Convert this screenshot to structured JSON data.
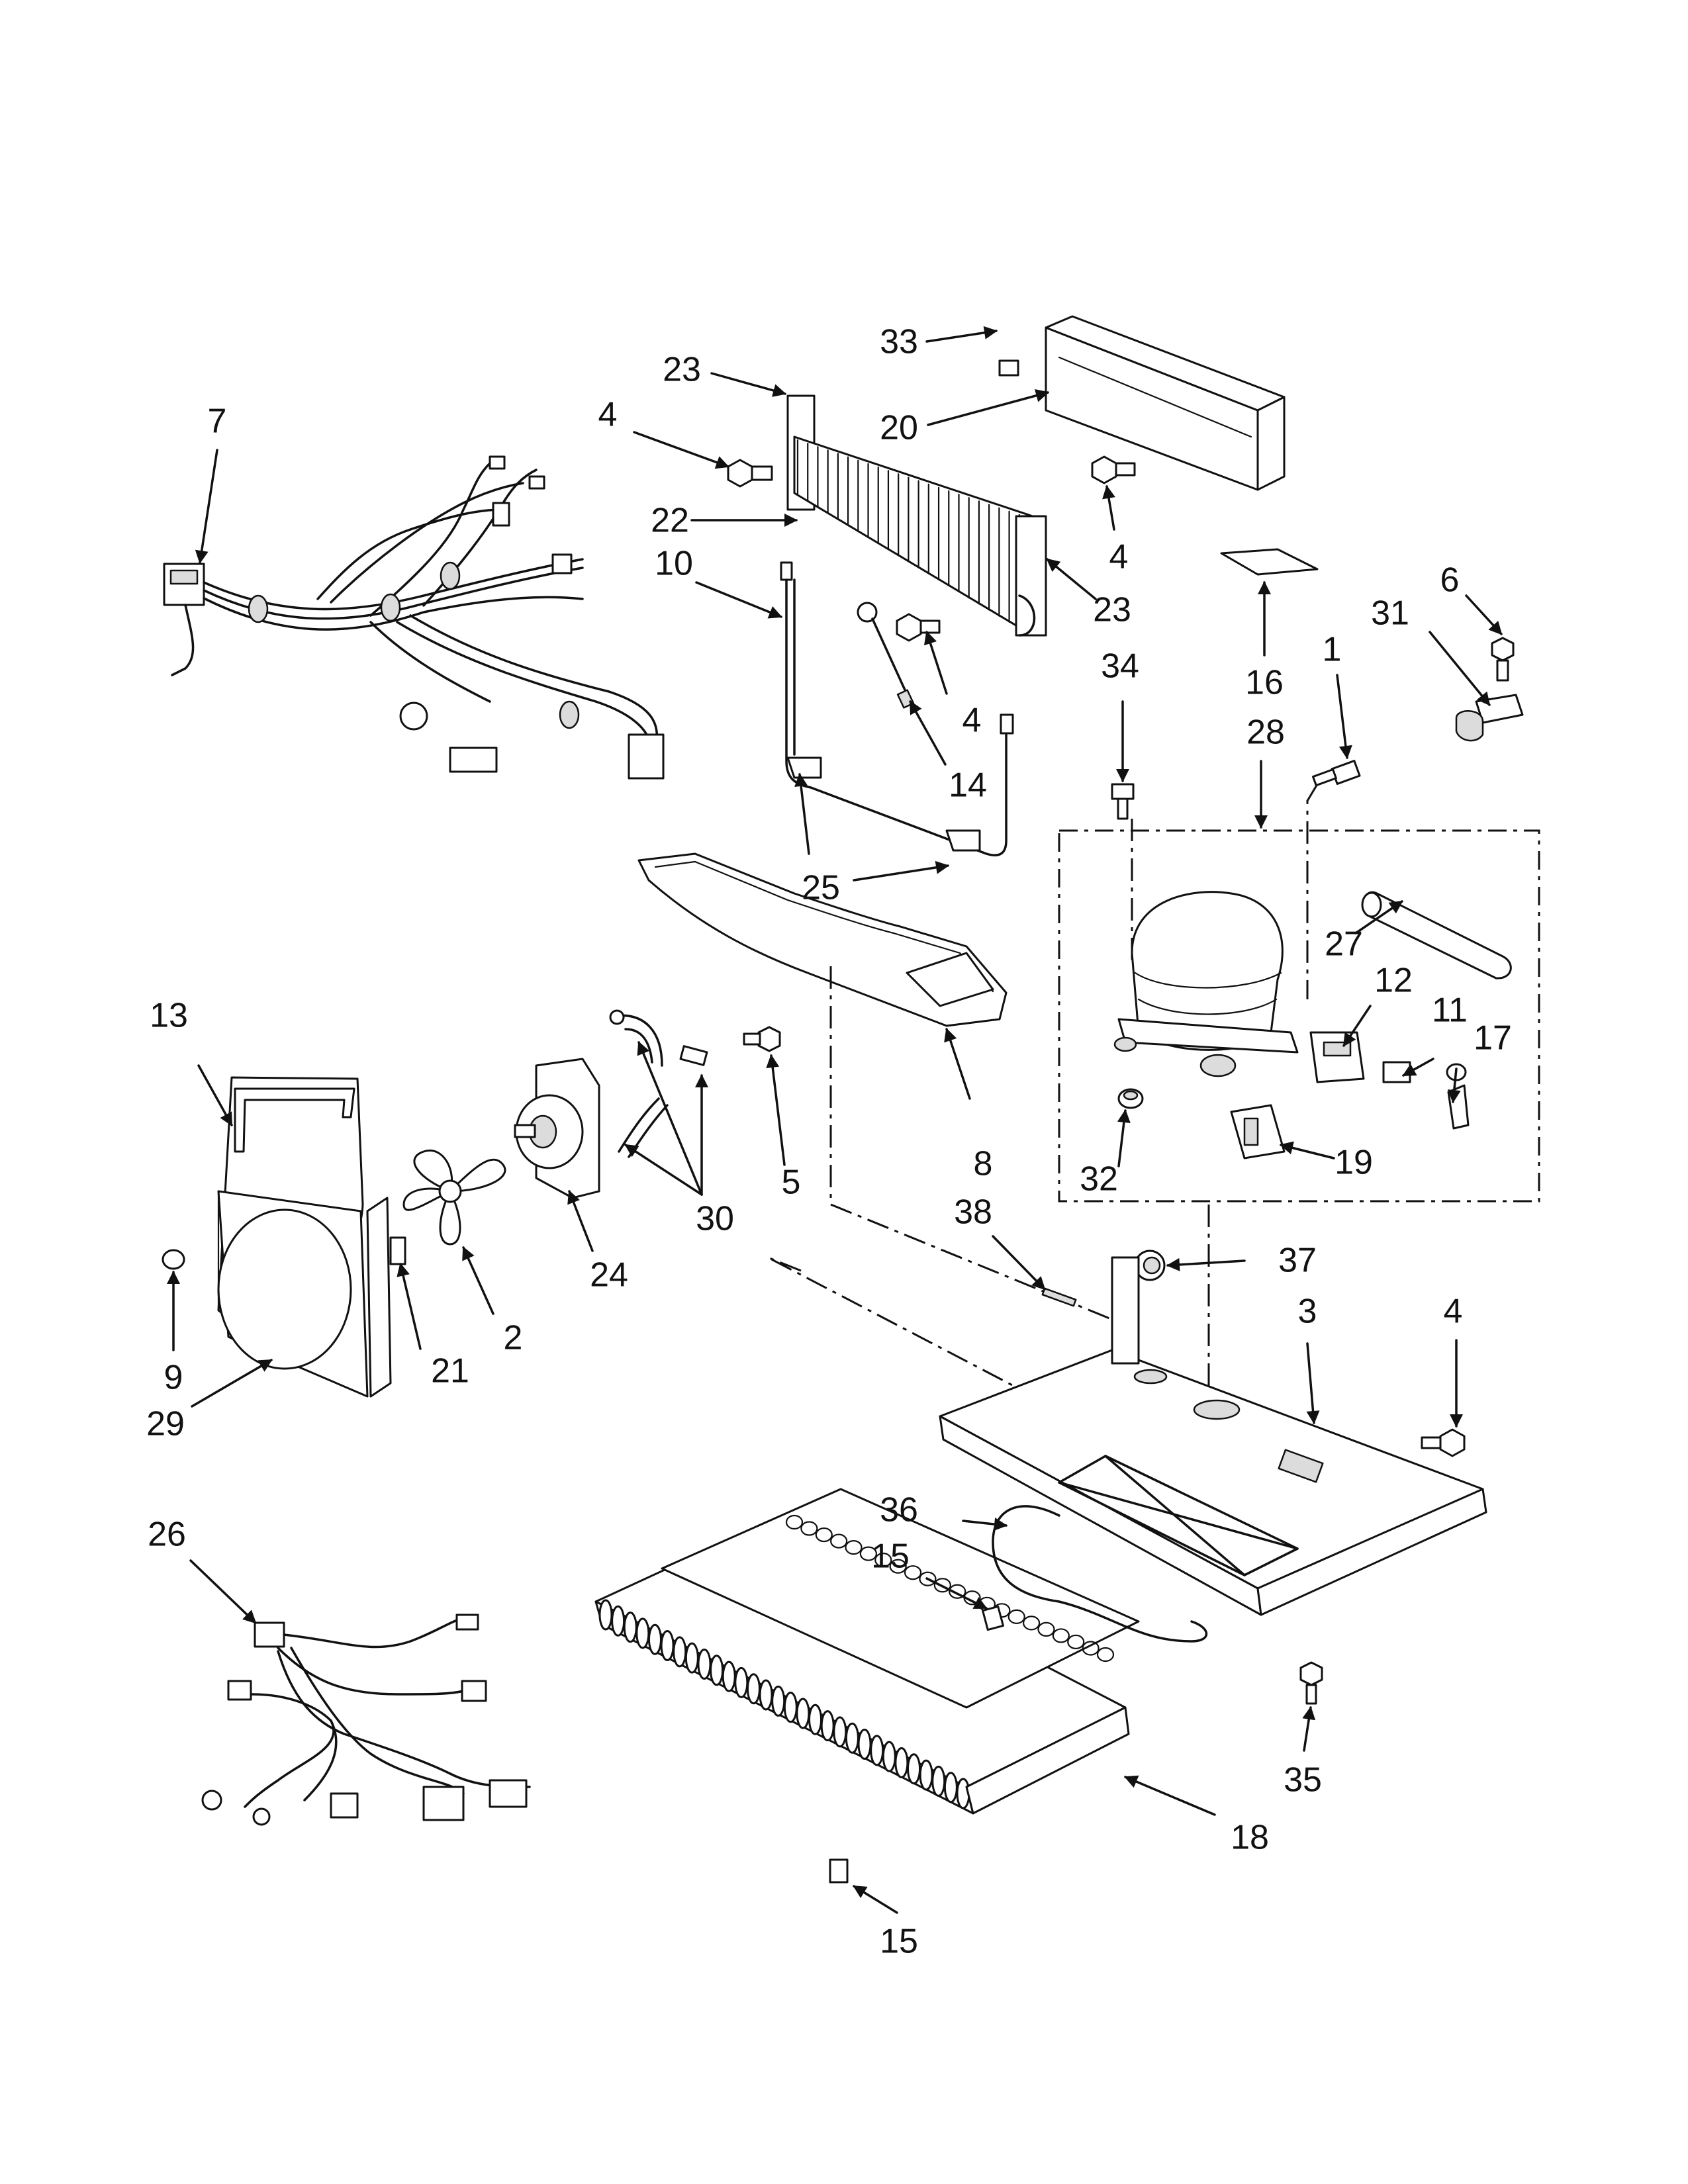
{
  "labels": [
    "1",
    "2",
    "3",
    "4",
    "5",
    "6",
    "7",
    "8",
    "9",
    "10",
    "11",
    "12",
    "13",
    "14",
    "15",
    "16",
    "17",
    "18",
    "19",
    "20",
    "21",
    "22",
    "23",
    "24",
    "25",
    "26",
    "27",
    "28",
    "29",
    "30",
    "31",
    "32",
    "33",
    "34",
    "35",
    "36",
    "37",
    "38"
  ]
}
